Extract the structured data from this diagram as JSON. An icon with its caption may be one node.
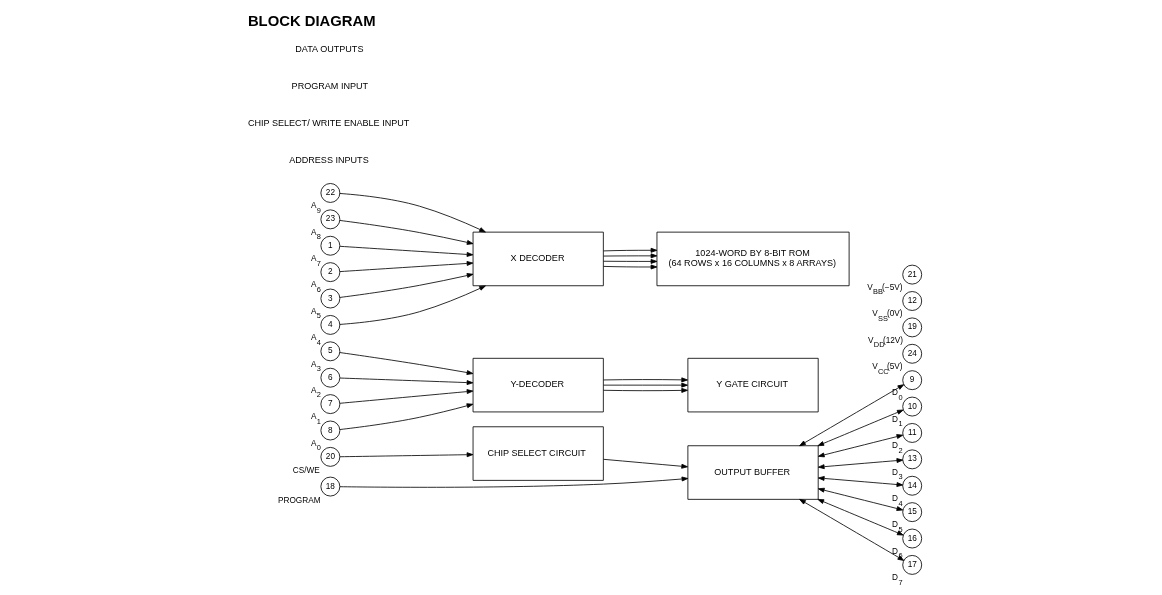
{
  "diagram": {
    "title": "BLOCK DIAGRAM",
    "nodes": [
      {
        "text": [
          "X DECODER"
        ]
      },
      {
        "text": [
          "Y-DECODER"
        ]
      },
      {
        "text": [
          "CHIP SELECT CIRCUIT"
        ]
      },
      {
        "text": [
          "1024-WORD BY 8-BIT ROM",
          "(64 ROWS x 16 COLUMNS x 8 ARRAYS)"
        ]
      },
      {
        "text": [
          "Y GATE CIRCUIT"
        ]
      },
      {
        "text": [
          "OUTPUT BUFFER"
        ]
      },
      {
        "text": [
          "22"
        ],
        "beside": [
          "A$_{9}$"
        ]
      },
      {
        "text": [
          "23"
        ],
        "beside": [
          "A$_{8}$"
        ]
      },
      {
        "text": [
          "1"
        ],
        "beside": [
          "A$_{7}$"
        ]
      },
      {
        "text": [
          "2"
        ],
        "beside": [
          "A$_{6}$"
        ]
      },
      {
        "text": [
          "3"
        ],
        "beside": [
          "A$_{5}$"
        ]
      },
      {
        "text": [
          "4"
        ],
        "beside": [
          "A$_{4}$"
        ]
      },
      {
        "text": [
          "5"
        ],
        "beside": [
          "A$_{3}$"
        ]
      },
      {
        "text": [
          "6"
        ],
        "beside": [
          "A$_{2}$"
        ]
      },
      {
        "text": [
          "7"
        ],
        "beside": [
          "A$_{1}$"
        ]
      },
      {
        "text": [
          "8"
        ],
        "beside": [
          "A$_{0}$"
        ]
      },
      {
        "text": [
          "20"
        ],
        "beside": [
          "CS/WE"
        ]
      },
      {
        "text": [
          "18"
        ],
        "beside": [
          "PROGRAM"
        ]
      },
      {
        "text": [
          "21"
        ],
        "beside": [
          "V$_{BB}$(−5V)"
        ]
      },
      {
        "text": [
          "12"
        ],
        "beside": [
          "V$_{SS}$(0V)"
        ]
      },
      {
        "text": [
          "19"
        ],
        "beside": [
          "V$_{DD}$(12V)"
        ]
      },
      {
        "text": [
          "24"
        ],
        "beside": [
          "V$_{CC}$(5V)"
        ]
      },
      {
        "text": [
          "9"
        ],
        "beside": [
          "D$_{0}$"
        ]
      },
      {
        "text": [
          "10"
        ],
        "beside": [
          "D$_{1}$"
        ]
      },
      {
        "text": [
          "11"
        ],
        "beside": [
          "D$_{2}$"
        ]
      },
      {
        "text": [
          "13"
        ],
        "beside": [
          "D$_{3}$"
        ]
      },
      {
        "text": [
          "14"
        ],
        "beside": [
          "D$_{4}$"
        ]
      },
      {
        "text": [
          "15"
        ],
        "beside": [
          "D$_{5}$"
        ]
      },
      {
        "text": [
          "16"
        ],
        "beside": [
          "D$_{6}$"
        ]
      },
      {
        "text": [
          "17"
        ],
        "beside": [
          "D$_{7}$"
        ]
      }
    ],
    "edges": [
      {
        "from": 6,
        "to": 0,
        "arrow": "to"
      },
      {
        "from": 7,
        "to": 0,
        "arrow": "to"
      },
      {
        "from": 8,
        "to": 0,
        "arrow": "to"
      },
      {
        "from": 9,
        "to": 0,
        "arrow": "to"
      },
      {
        "from": 10,
        "to": 0,
        "arrow": "to"
      },
      {
        "from": 11,
        "to": 0,
        "arrow": "to"
      },
      {
        "from": 12,
        "to": 1,
        "arrow": "to"
      },
      {
        "from": 13,
        "to": 1,
        "arrow": "to"
      },
      {
        "from": 14,
        "to": 1,
        "arrow": "to"
      },
      {
        "from": 15,
        "to": 1,
        "arrow": "to"
      },
      {
        "from": 0,
        "to": 3,
        "arrow": "to"
      },
      {
        "from": 0,
        "to": 3,
        "arrow": "to"
      },
      {
        "from": 0,
        "to": 3,
        "arrow": "to"
      },
      {
        "from": 0,
        "to": 3,
        "arrow": "to"
      },
      {
        "from": 1,
        "to": 4,
        "arrow": "to"
      },
      {
        "from": 1,
        "to": 4,
        "arrow": "to"
      },
      {
        "from": 1,
        "to": 4,
        "arrow": "to"
      },
      {
        "from": 16,
        "to": 2,
        "arrow": "to"
      },
      {
        "from": 2,
        "to": 5,
        "arrow": "to"
      },
      {
        "from": 17,
        "to": 5,
        "arrow": "to"
      },
      {
        "from": 5,
        "to": 22,
        "arrow": "both"
      },
      {
        "from": 5,
        "to": 23,
        "arrow": "both"
      },
      {
        "from": 5,
        "to": 24,
        "arrow": "both"
      },
      {
        "from": 5,
        "to": 25,
        "arrow": "both"
      },
      {
        "from": 5,
        "to": 26,
        "arrow": "both"
      },
      {
        "from": 5,
        "to": 27,
        "arrow": "both"
      },
      {
        "from": 5,
        "to": 28,
        "arrow": "both"
      },
      {
        "from": 5,
        "to": 29,
        "arrow": "both"
      }
    ],
    "labels": [
      "ADDRESS INPUTS",
      "CHIP SELECT/ WRITE ENABLE INPUT",
      "PROGRAM INPUT",
      "DATA OUTPUTS"
    ]
  }
}
